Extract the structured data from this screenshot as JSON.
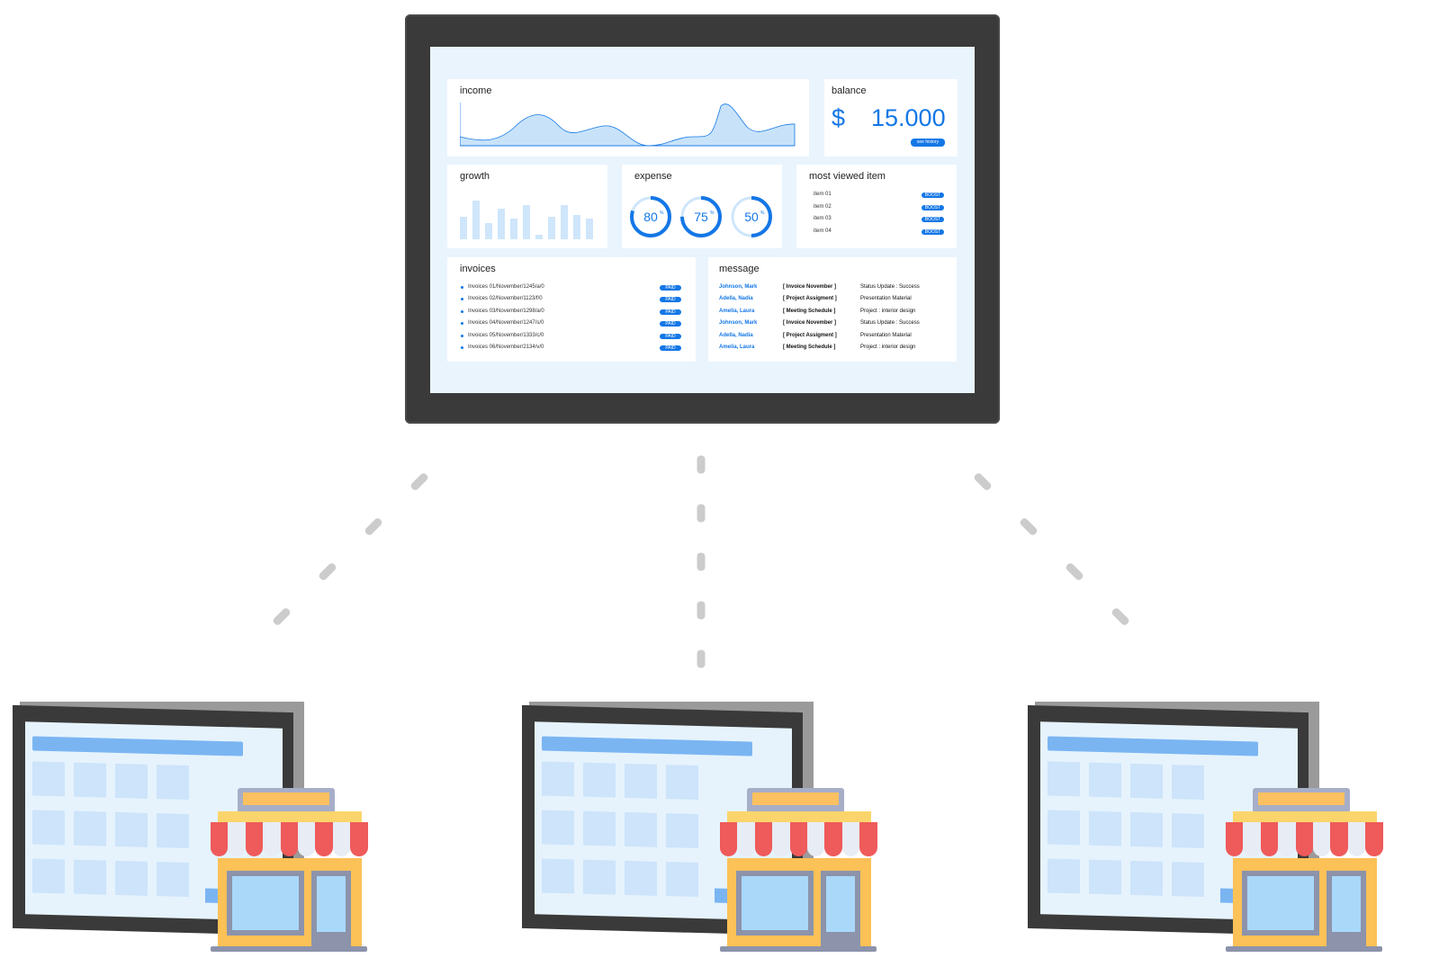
{
  "dashboard": {
    "income": {
      "title": "income"
    },
    "balance": {
      "title": "balance",
      "currency": "$",
      "amount": "15.000",
      "button": "see history"
    },
    "growth": {
      "title": "growth",
      "bars": [
        0.55,
        0.95,
        0.4,
        0.75,
        0.5,
        0.85,
        0.1,
        0.55,
        0.85,
        0.6,
        0.5
      ]
    },
    "expense": {
      "title": "expense",
      "gauges": [
        {
          "value": "80",
          "unit": "%",
          "fraction": 0.8
        },
        {
          "value": "75",
          "unit": "%",
          "fraction": 0.75
        },
        {
          "value": "50",
          "unit": "%",
          "fraction": 0.5
        }
      ]
    },
    "most_viewed": {
      "title": "most viewed item",
      "items": [
        {
          "label": "item 01",
          "button": "BOOST"
        },
        {
          "label": "item 02",
          "button": "BOOST"
        },
        {
          "label": "item 03",
          "button": "BOOST"
        },
        {
          "label": "item 04",
          "button": "BOOST"
        }
      ]
    },
    "invoices": {
      "title": "invoices",
      "rows": [
        {
          "label": "Invoices 01/November/1245/a/0",
          "status": "PAID"
        },
        {
          "label": "Invoices 02/November/1123/f/0",
          "status": "PAID"
        },
        {
          "label": "Invoices 03/November/1298/a/0",
          "status": "PAID"
        },
        {
          "label": "Invoices 04/November/1247/s/0",
          "status": "PAID"
        },
        {
          "label": "Invoices 05/November/1333/c/0",
          "status": "PAID"
        },
        {
          "label": "Invoices 06/November/2134/v/0",
          "status": "PAID"
        }
      ]
    },
    "message": {
      "title": "message",
      "rows": [
        {
          "name": "Johnson, Mark",
          "subject": "[ Invoice November ]",
          "detail": "Status Update : Success"
        },
        {
          "name": "Adella, Nadia",
          "subject": "[ Project Assigment ]",
          "detail": "Presentation Material"
        },
        {
          "name": "Amelia, Laura",
          "subject": "[ Meeting Schedule ]",
          "detail": "Project : interior design"
        },
        {
          "name": "Johnson, Mark",
          "subject": "[ Invoice November ]",
          "detail": "Status Update : Success"
        },
        {
          "name": "Adella, Nadia",
          "subject": "[ Project Assigment ]",
          "detail": "Presentation Material"
        },
        {
          "name": "Amelia, Laura",
          "subject": "[ Meeting Schedule ]",
          "detail": "Project : interior design"
        }
      ]
    }
  },
  "branches": [
    {
      "icon": "store-monitor-icon"
    },
    {
      "icon": "store-monitor-icon"
    },
    {
      "icon": "store-monitor-icon"
    }
  ],
  "colors": {
    "accent": "#1477e6",
    "screen": "#e9f4fd",
    "frame": "#3a3a3a",
    "connector": "#cccccc"
  }
}
